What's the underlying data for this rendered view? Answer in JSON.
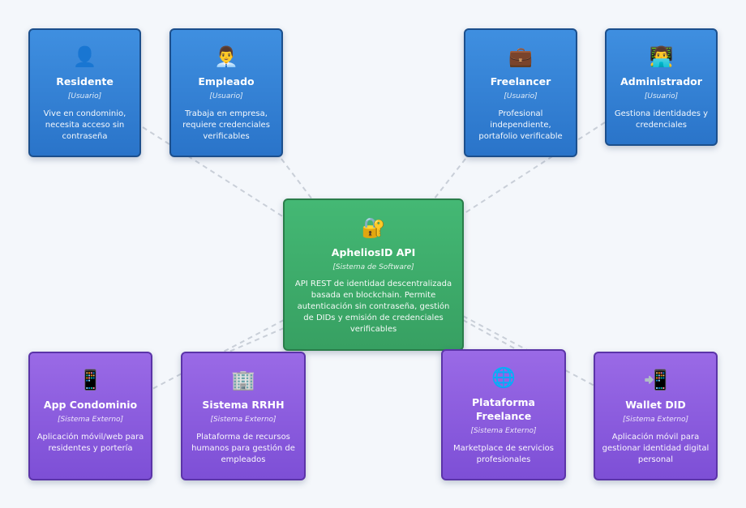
{
  "nodes": {
    "residente": {
      "icon": "👤",
      "title": "Residente",
      "kind": "[Usuario]",
      "desc": "Vive en condominio, necesita acceso sin contraseña"
    },
    "empleado": {
      "icon": "👨‍💼",
      "title": "Empleado",
      "kind": "[Usuario]",
      "desc": "Trabaja en empresa, requiere credenciales verificables"
    },
    "freelancer": {
      "icon": "💼",
      "title": "Freelancer",
      "kind": "[Usuario]",
      "desc": "Profesional independiente, portafolio verificable"
    },
    "administrador": {
      "icon": "👨‍💻",
      "title": "Administrador",
      "kind": "[Usuario]",
      "desc": "Gestiona identidades y credenciales"
    },
    "api": {
      "icon": "🔐",
      "title": "ApheliosID API",
      "kind": "[Sistema de Software]",
      "desc": "API REST de identidad descentralizada basada en blockchain. Permite autenticación sin contraseña, gestión de DIDs y emisión de credenciales verificables"
    },
    "condominio": {
      "icon": "📱",
      "title": "App Condominio",
      "kind": "[Sistema Externo]",
      "desc": "Aplicación móvil/web para residentes y portería"
    },
    "rrhh": {
      "icon": "🏢",
      "title": "Sistema RRHH",
      "kind": "[Sistema Externo]",
      "desc": "Plataforma de recursos humanos para gestión de empleados"
    },
    "freelance": {
      "icon": "🌐",
      "title": "Plataforma Freelance",
      "kind": "[Sistema Externo]",
      "desc": "Marketplace de servicios profesionales"
    },
    "wallet": {
      "icon": "📲",
      "title": "Wallet DID",
      "kind": "[Sistema Externo]",
      "desc": "Aplicación móvil para gestionar identidad digital personal"
    }
  },
  "colors": {
    "user": "#2f7fd6",
    "system": "#3fae6a",
    "external": "#8a5ce0",
    "link": "#c9cfd8"
  }
}
